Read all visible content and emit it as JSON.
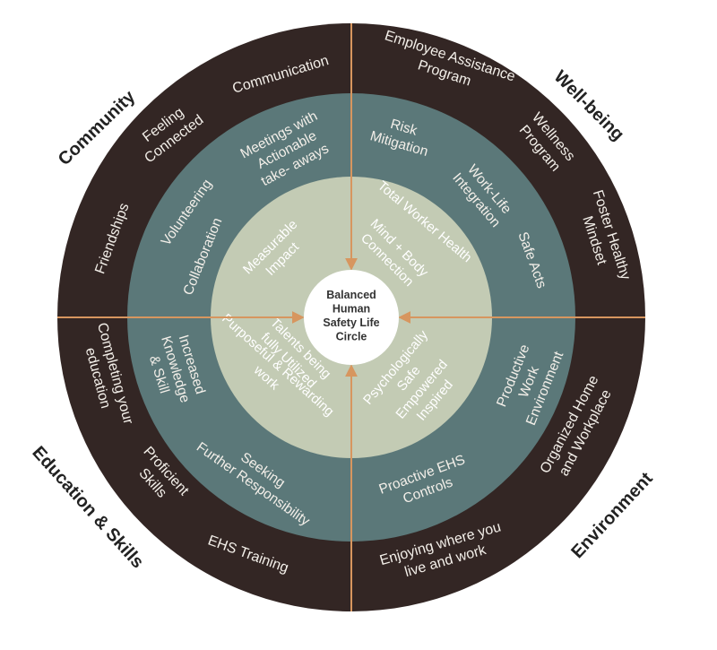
{
  "colors": {
    "outer_ring": "#332624",
    "middle_ring": "#5b7879",
    "inner_ring": "#c3cbb4",
    "center": "#ffffff",
    "divider": "#d7965f",
    "arrow": "#d7965f",
    "label_text": "#222222",
    "ring_text": "#f3efe9",
    "center_text": "#333333"
  },
  "center": {
    "lines": [
      "Balanced",
      "Human",
      "Safety Life",
      "Circle"
    ]
  },
  "quadrants": {
    "community": {
      "label": "Community",
      "outer": [
        [
          "Communication"
        ],
        [
          "Feeling",
          "Connected"
        ],
        [
          "Friendships"
        ]
      ],
      "middle": [
        [
          "Meetings with",
          "Actionable",
          "take- aways"
        ],
        [
          "Volunteering"
        ],
        [
          "Collaboration"
        ]
      ],
      "inner": [
        [
          "Measurable",
          "Impact"
        ]
      ]
    },
    "wellbeing": {
      "label": "Well-being",
      "outer": [
        [
          "Employee Assistance",
          "Program"
        ],
        [
          "Wellness",
          "Program"
        ],
        [
          "Foster Healthy",
          "Mindset"
        ]
      ],
      "middle": [
        [
          "Risk",
          "Mitigation"
        ],
        [
          "Work-Life",
          "Integration"
        ],
        [
          "Safe Acts"
        ]
      ],
      "inner": [
        [
          "Total Worker Health"
        ],
        [
          "Mind + Body",
          "Connection"
        ]
      ]
    },
    "education": {
      "label": "Education & Skills",
      "outer": [
        [
          "Completing your",
          "education"
        ],
        [
          "Proficient",
          "Skills"
        ],
        [
          "EHS Training"
        ]
      ],
      "middle": [
        [
          "Increased",
          "Knowledge",
          "& Skill"
        ],
        [
          "Seeking",
          "Further Responsibility"
        ]
      ],
      "inner": [
        [
          "Talents being",
          "fully Utilized"
        ],
        [
          "Purposeful & Rewarding",
          "work"
        ]
      ]
    },
    "environment": {
      "label": "Environment",
      "outer": [
        [
          "Organized Home",
          "and Workplace"
        ],
        [
          "Enjoying where you",
          "live and work"
        ]
      ],
      "middle": [
        [
          "Productive",
          "Work",
          "Environment"
        ],
        [
          "Proactive EHS",
          "Controls"
        ]
      ],
      "inner": [
        [
          "Psychologically",
          "Safe",
          "Empowered",
          "Inspired"
        ]
      ]
    }
  }
}
